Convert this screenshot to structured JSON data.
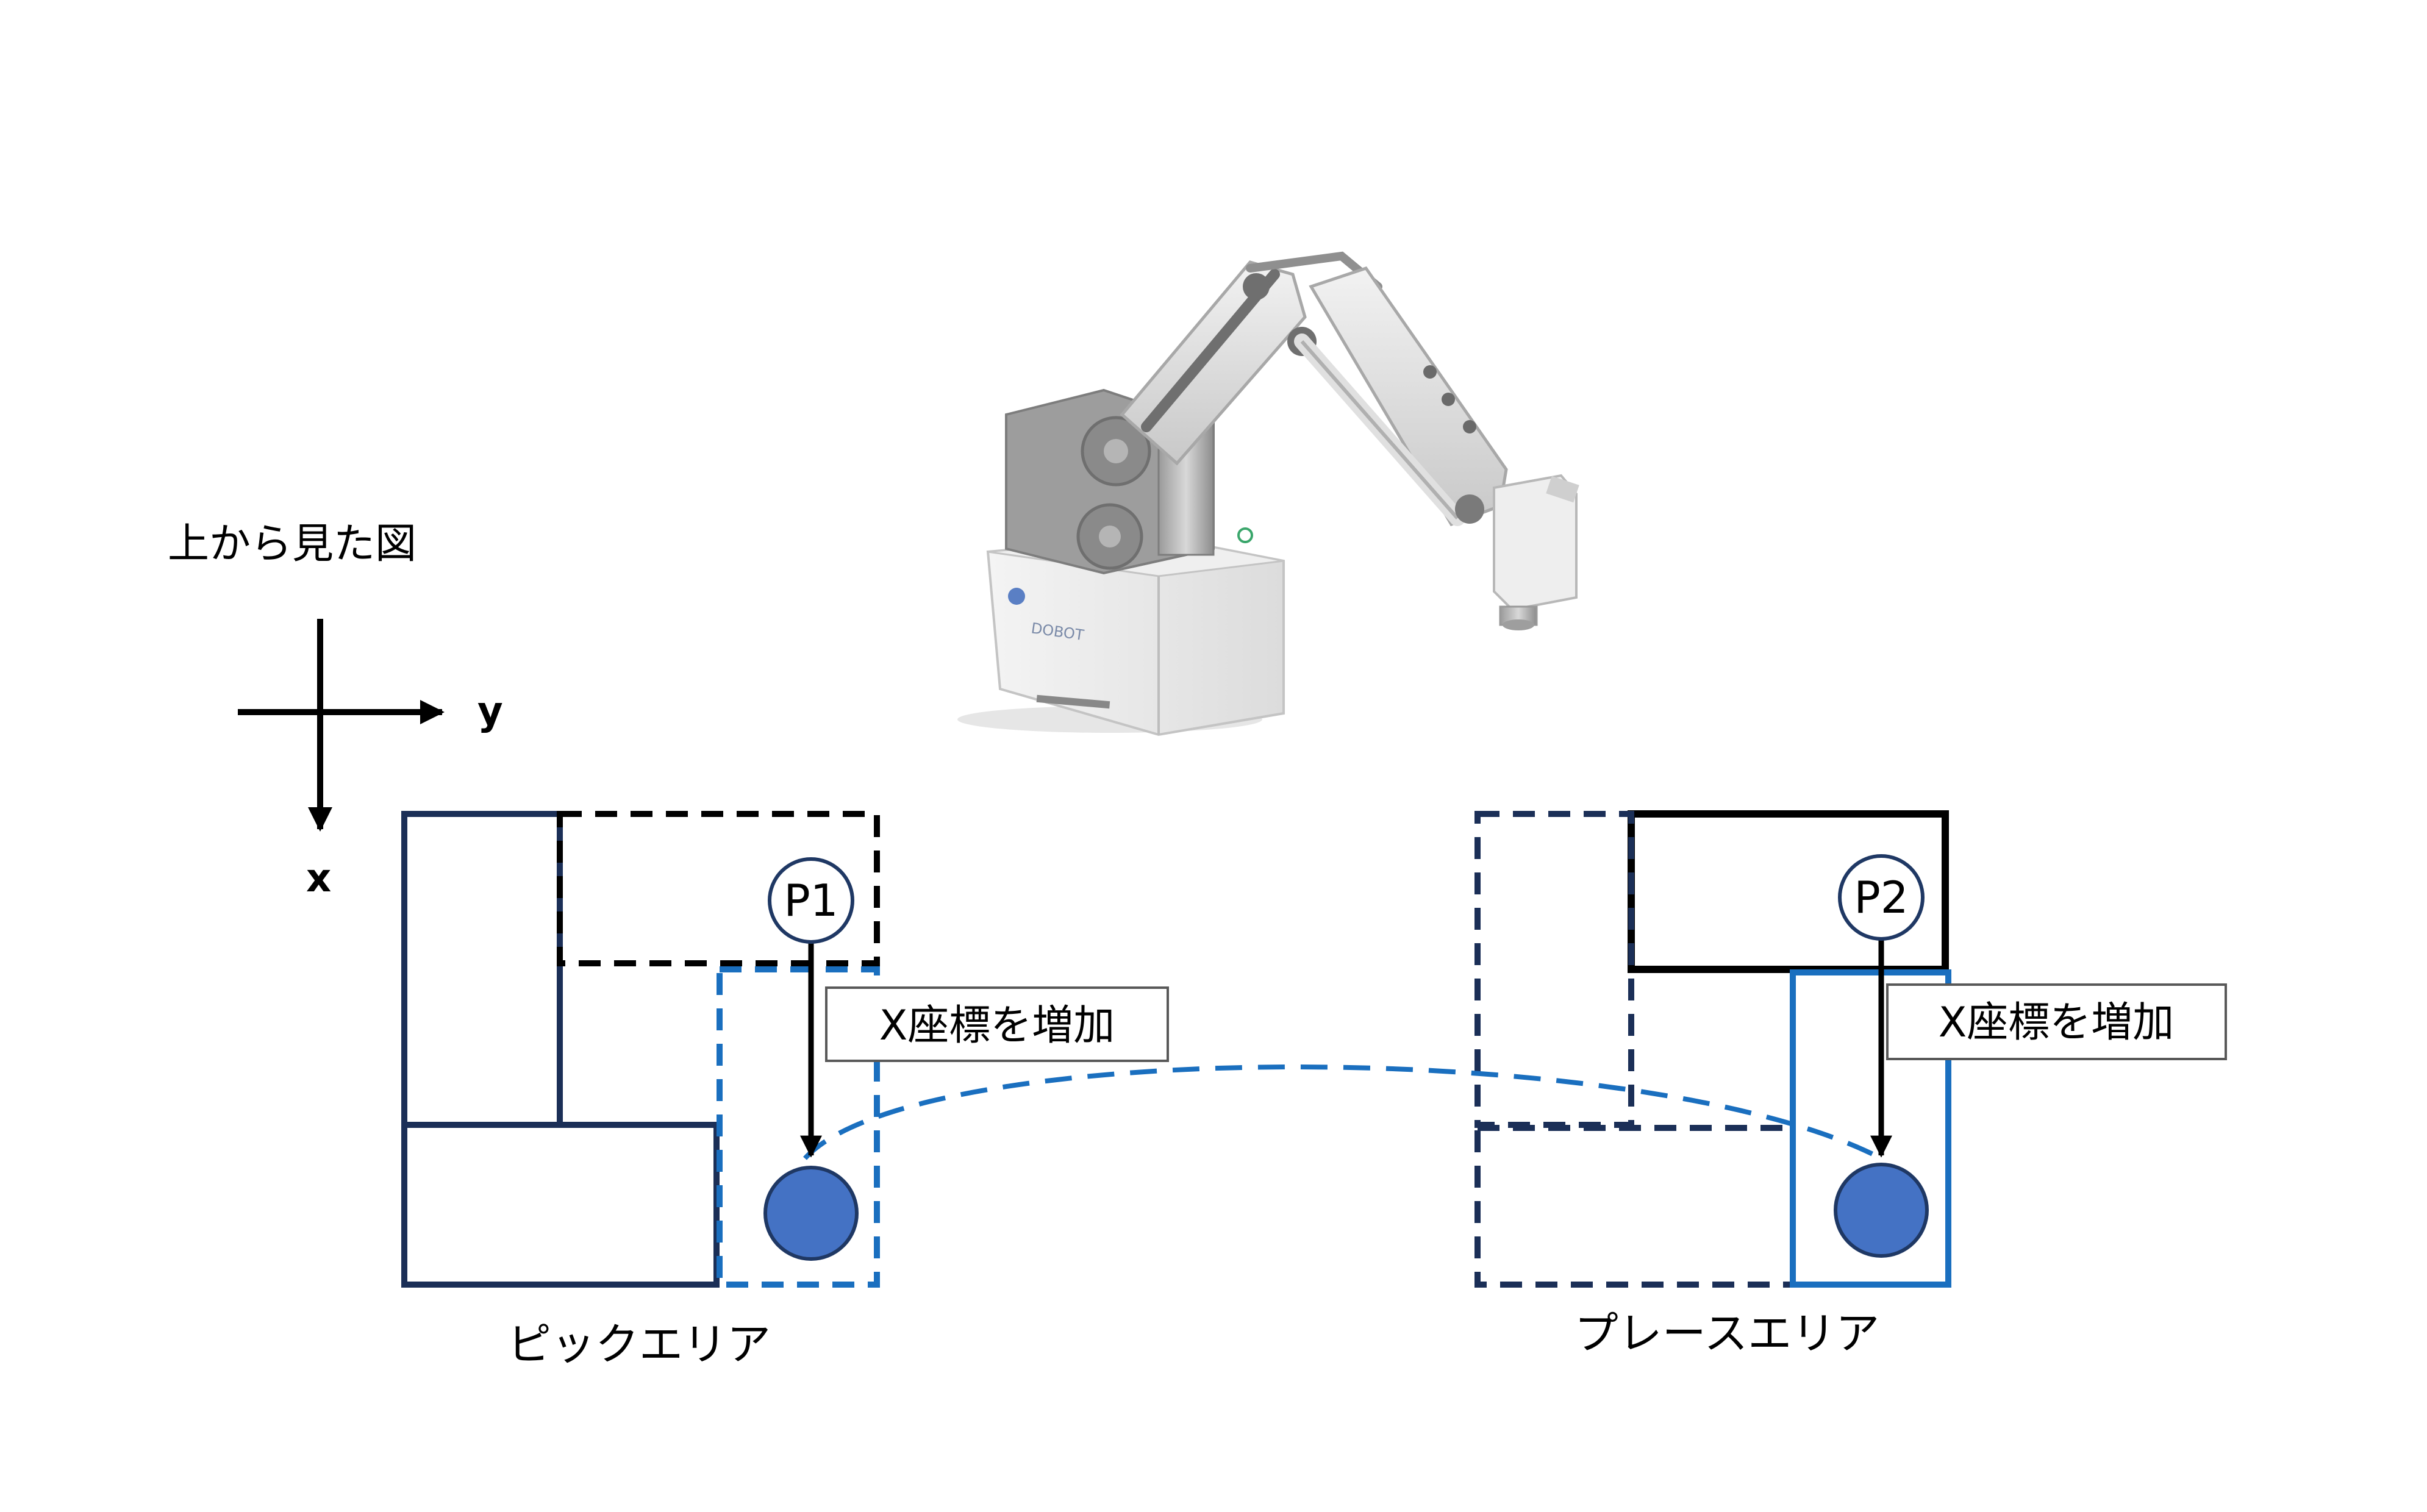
{
  "view_title": "上から見た図",
  "axes": {
    "x_label": "x",
    "y_label": "y"
  },
  "pick_area": {
    "label": "ピックエリア",
    "point_label": "P1",
    "callout": "X座標を増加"
  },
  "place_area": {
    "label": "プレースエリア",
    "point_label": "P2",
    "callout": "X座標を増加"
  },
  "robot": {
    "brand": "DOBOT",
    "icon": "robot-arm-icon"
  },
  "colors": {
    "navy": "#1b2f57",
    "black": "#000000",
    "blue": "#1a6fbf",
    "point_fill": "#4472c4",
    "point_stroke": "#1f3864"
  }
}
